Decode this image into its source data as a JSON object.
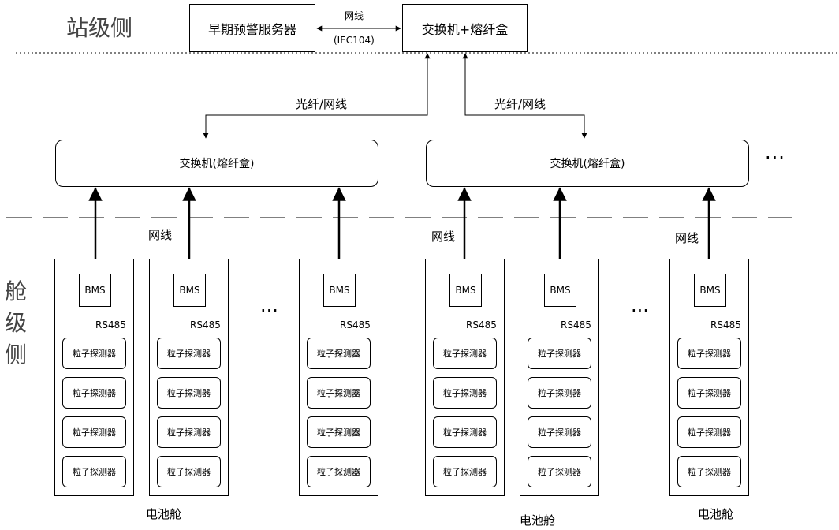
{
  "side_labels": {
    "station": "站级侧",
    "cabin_chars": [
      "舱",
      "级",
      "侧"
    ]
  },
  "top": {
    "server": "早期预警服务器",
    "switch": "交换机+熔纤盒",
    "link_top": "网线",
    "link_bottom": "(IEC104)"
  },
  "uplinks": [
    "光纤/网线",
    "光纤/网线"
  ],
  "groups": [
    {
      "switch_label": "交换机(熔纤盒)",
      "net_label": "网线"
    },
    {
      "switch_label": "交换机(熔纤盒)",
      "net_label": "网线"
    }
  ],
  "right_net_label": "网线",
  "ellipsis": "···",
  "racks": {
    "bms_label": "BMS",
    "rs_label": "RS485",
    "detector_label": "粒子探测器",
    "detectors_per_rack": 4
  },
  "cabin_labels": [
    "电池舱",
    "电池舱",
    "电池舱"
  ]
}
